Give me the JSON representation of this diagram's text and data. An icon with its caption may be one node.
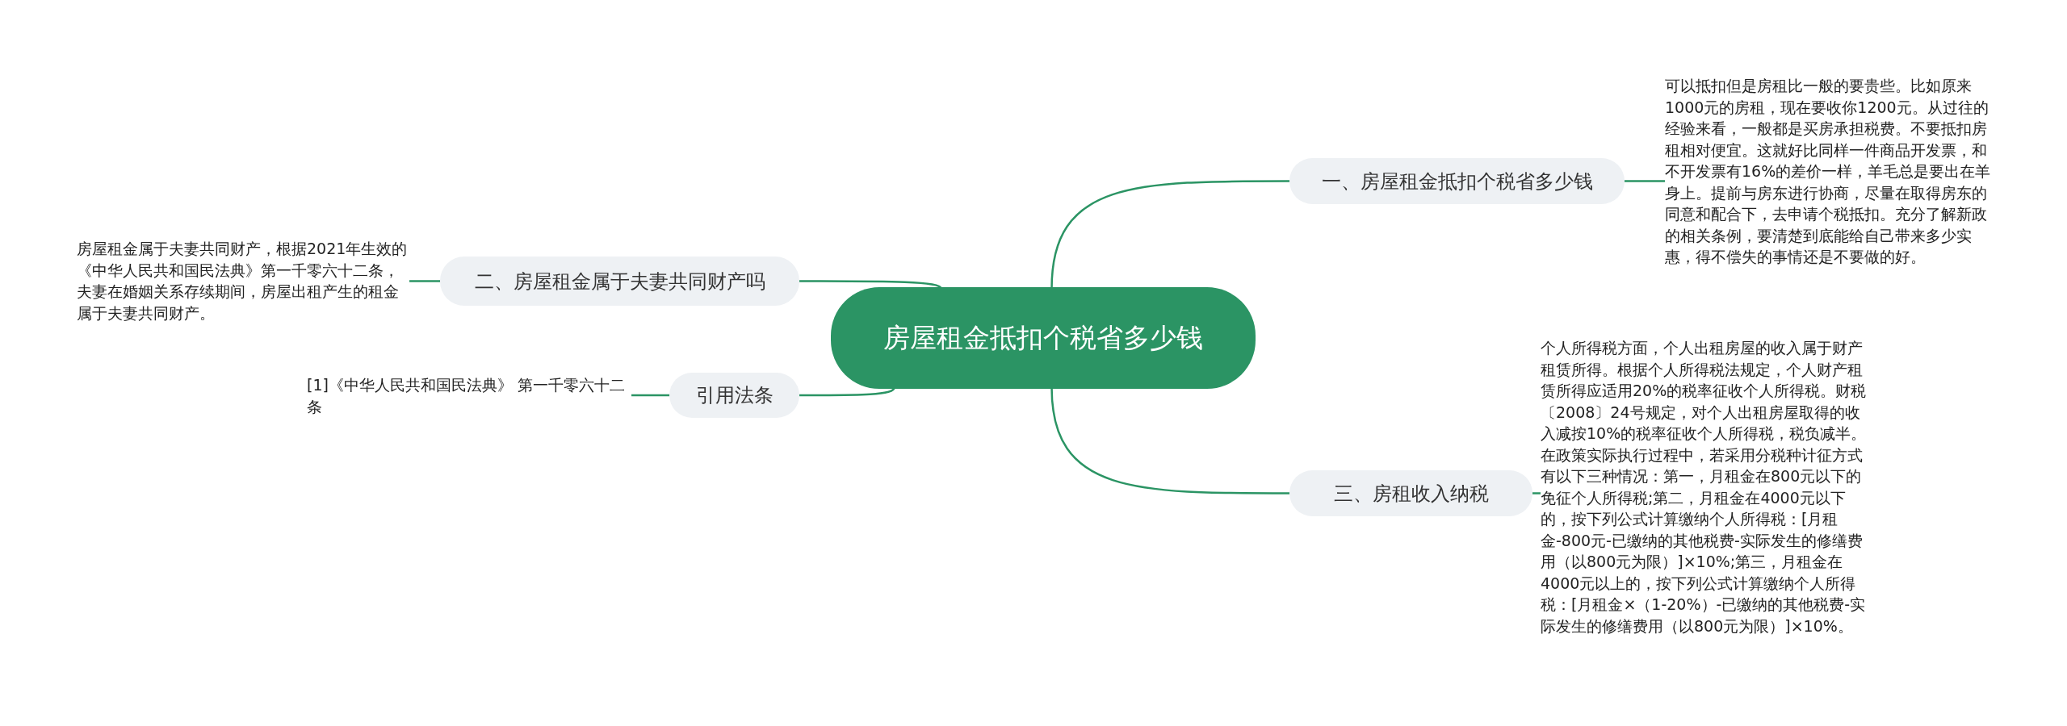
{
  "diagram": {
    "nodes": [
      {
        "text": [
          "房屋租金抵扣个税省多少钱"
        ]
      },
      {
        "text": [
          "一、房屋租金抵扣个税省多少钱"
        ]
      },
      {
        "text": [
          "可以抵扣但是房租比一般的要贵些。比如原来1000元的房租，现在要收你1200元。从过往的经验来看，一般都是买房承担税费。不要抵扣房租相对便宜。这就好比同样一件商品开发票，和不开发票有16%的差价一样，羊毛总是要出在羊身上。提前与房东进行协商，尽量在取得房东的同意和配合下，去申请个税抵扣。充分了解新政的相关条例，要清楚到底能给自己带来多少实惠，得不偿失的事情还是不要做的好。"
        ]
      },
      {
        "text": [
          "二、房屋租金属于夫妻共同财产吗"
        ]
      },
      {
        "text": [
          "房屋租金属于夫妻共同财产，根据2021年生效的《中华人民共和国民法典》第一千零六十二条，夫妻在婚姻关系存续期间，房屋出租产生的租金属于夫妻共同财产。"
        ]
      },
      {
        "text": [
          "引用法条"
        ]
      },
      {
        "text": [
          "[1]《中华人民共和国民法典》 第一千零六十二条"
        ]
      },
      {
        "text": [
          "三、房租收入纳税"
        ]
      },
      {
        "text": [
          "个人所得税方面，个人出租房屋的收入属于财产租赁所得。根据个人所得税法规定，个人财产租赁所得应适用20%的税率征收个人所得税。财税〔2008〕24号规定，对个人出租房屋取得的收入减按10%的税率征收个人所得税，税负减半。在政策实际执行过程中，若采用分税种计征方式有以下三种情况：第一，月租金在800元以下的免征个人所得税;第二，月租金在4000元以下的，按下列公式计算缴纳个人所得税：[月租金-800元-已缴纳的其他税费-实际发生的修缮费用（以800元为限）]×10%;第三，月租金在4000元以上的，按下列公式计算缴纳个人所得税：[月租金×（1-20%）-已缴纳的其他税费-实际发生的修缮费用（以800元为限）]×10%。"
        ]
      }
    ],
    "edges": [
      {
        "from": 0,
        "to": 1,
        "arrow": "none"
      },
      {
        "from": 1,
        "to": 2,
        "arrow": "none"
      },
      {
        "from": 0,
        "to": 3,
        "arrow": "none"
      },
      {
        "from": 3,
        "to": 4,
        "arrow": "none"
      },
      {
        "from": 0,
        "to": 5,
        "arrow": "none"
      },
      {
        "from": 5,
        "to": 6,
        "arrow": "none"
      },
      {
        "from": 0,
        "to": 7,
        "arrow": "none"
      },
      {
        "from": 7,
        "to": 8,
        "arrow": "none"
      }
    ]
  }
}
